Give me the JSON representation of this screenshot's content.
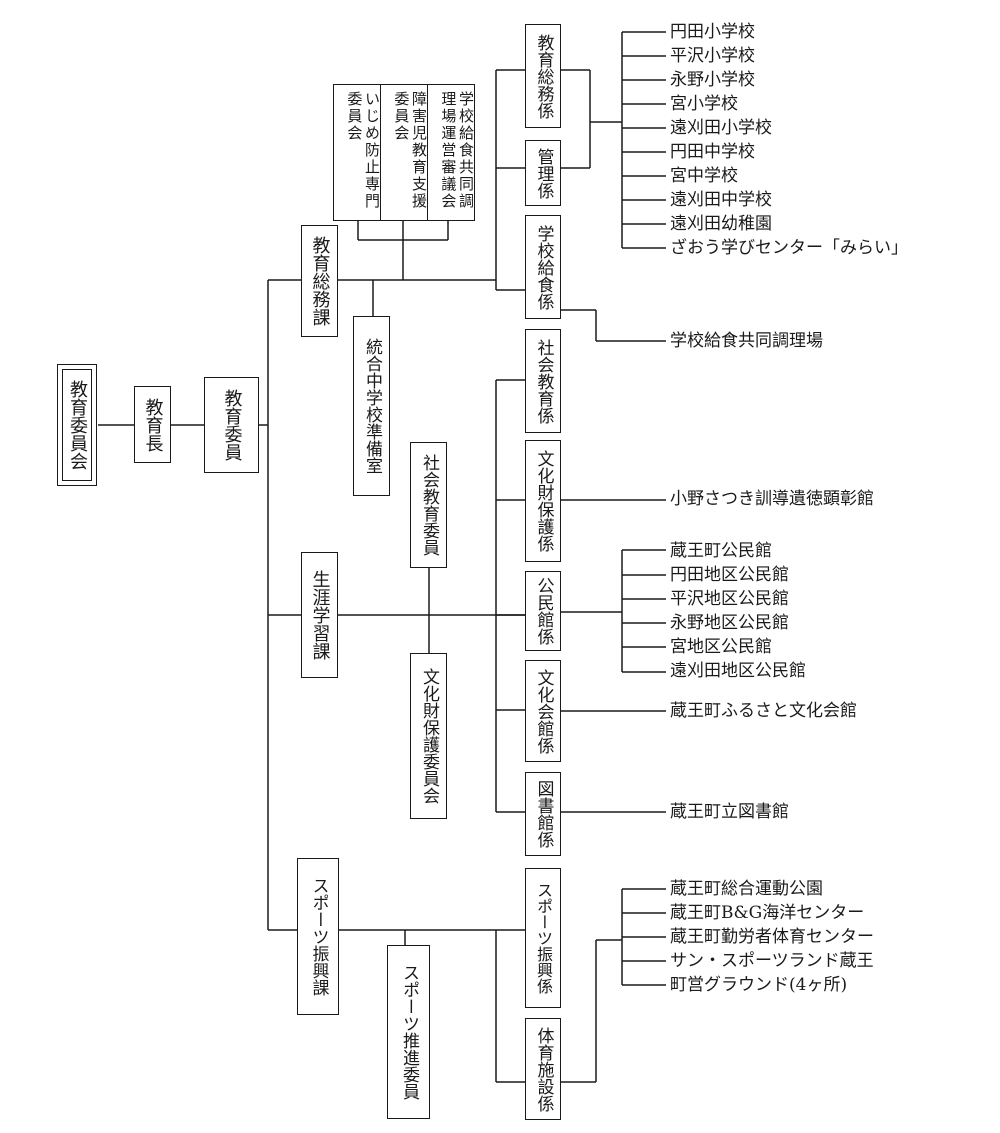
{
  "nodes": {
    "board": "教育委員会",
    "superintendent": "教育長",
    "members": "教育委員",
    "general_affairs_div": "教育総務課",
    "consolidation_office": "統合中学校準備室",
    "lifelong_learning_div": "生涯学習課",
    "social_edu_committee": "社会教育委員",
    "cultural_property_committee": "文化財保護委員会",
    "sports_div": "スポーツ振興課",
    "sports_promotion_committee": "スポーツ推進委員",
    "council_lunch": "学校給食共同調理場運営審議会",
    "council_disabled": "障害児教育支援委員会",
    "council_bullying": "いじめ防止専門委員会",
    "sec_general": "教育総務係",
    "sec_admin": "管理係",
    "sec_lunch": "学校給食係",
    "sec_social_edu": "社会教育係",
    "sec_cultural_property": "文化財保護係",
    "sec_community_hall": "公民館係",
    "sec_culture_hall": "文化会館係",
    "sec_library": "図書館係",
    "sec_sports": "スポーツ振興係",
    "sec_facilities": "体育施設係"
  },
  "facilities": {
    "schools": [
      "円田小学校",
      "平沢小学校",
      "永野小学校",
      "宮小学校",
      "遠刈田小学校",
      "円田中学校",
      "宮中学校",
      "遠刈田中学校",
      "遠刈田幼稚園",
      "ざおう学びセンター「みらい」"
    ],
    "lunch_center": "学校給食共同調理場",
    "memorial": "小野さつき訓導遺徳顕彰館",
    "community_halls": [
      "蔵王町公民館",
      "円田地区公民館",
      "平沢地区公民館",
      "永野地区公民館",
      "宮地区公民館",
      "遠刈田地区公民館"
    ],
    "culture_hall": "蔵王町ふるさと文化会館",
    "library": "蔵王町立図書館",
    "sports_facilities": [
      "蔵王町総合運動公園",
      "蔵王町B&G海洋センター",
      "蔵王町勤労者体育センター",
      "サン・スポーツランド蔵王",
      "町営グラウンド(4ヶ所)"
    ]
  }
}
